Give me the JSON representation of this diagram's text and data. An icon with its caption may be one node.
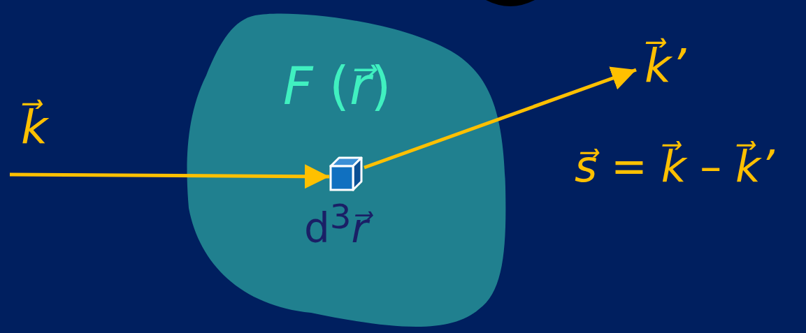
{
  "diagram": {
    "nodes": [
      {
        "text": [
          "*F* (*r⃗*)"
        ]
      },
      {
        "text": [],
        "shape": "cube",
        "in": 0,
        "beside": [
          "d$^{3}$*r⃗*"
        ]
      },
      {
        "text": [
          "*k⃗’*"
        ]
      }
    ],
    "edges": [
      {
        "from": null,
        "to": 1,
        "arrow": "to",
        "label": "*k⃗*"
      },
      {
        "from": 1,
        "to": 2,
        "arrow": "to"
      }
    ],
    "labels": [
      "*s⃗* = *k⃗* – *k⃗’*"
    ]
  }
}
